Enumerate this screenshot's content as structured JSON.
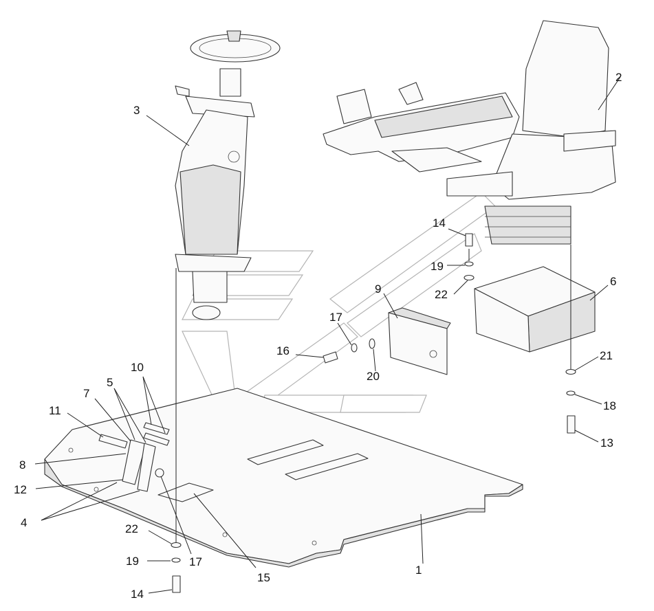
{
  "figure": {
    "type": "exploded assembly drawing",
    "labels": [
      {
        "id": "l1",
        "text": "1"
      },
      {
        "id": "l2",
        "text": "2"
      },
      {
        "id": "l3",
        "text": "3"
      },
      {
        "id": "l4",
        "text": "4"
      },
      {
        "id": "l5",
        "text": "5"
      },
      {
        "id": "l6",
        "text": "6"
      },
      {
        "id": "l7",
        "text": "7"
      },
      {
        "id": "l8",
        "text": "8"
      },
      {
        "id": "l9",
        "text": "9"
      },
      {
        "id": "l10",
        "text": "10"
      },
      {
        "id": "l11",
        "text": "11"
      },
      {
        "id": "l12",
        "text": "12"
      },
      {
        "id": "l13",
        "text": "13"
      },
      {
        "id": "l14a",
        "text": "14"
      },
      {
        "id": "l14b",
        "text": "14"
      },
      {
        "id": "l15",
        "text": "15"
      },
      {
        "id": "l16",
        "text": "16"
      },
      {
        "id": "l17a",
        "text": "17"
      },
      {
        "id": "l17b",
        "text": "17"
      },
      {
        "id": "l18",
        "text": "18"
      },
      {
        "id": "l19a",
        "text": "19"
      },
      {
        "id": "l19b",
        "text": "19"
      },
      {
        "id": "l20",
        "text": "20"
      },
      {
        "id": "l21",
        "text": "21"
      },
      {
        "id": "l22a",
        "text": "22"
      },
      {
        "id": "l22b",
        "text": "22"
      }
    ]
  }
}
